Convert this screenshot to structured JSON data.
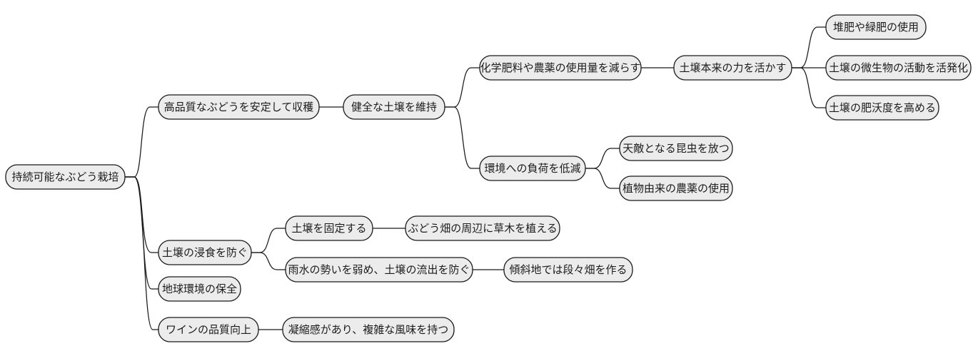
{
  "diagram": {
    "type": "mindmap",
    "title": "持続可能なぶどう栽培",
    "orientation": "left-to-right",
    "background_color": "#ffffff",
    "node_fill_color": "#ececec",
    "node_border_color": "#1a1a1a",
    "edge_color": "#1a1a1a",
    "text_color": "#1c1c1c",
    "nodes": {
      "root": "持続可能なぶどう栽培",
      "l1_a": "高品質なぶどうを安定して収穫",
      "l1_b": "土壌の浸食を防ぐ",
      "l1_c": "地球環境の保全",
      "l1_d": "ワインの品質向上",
      "l2_a1": "健全な土壌を維持",
      "l2_b1": "土壌を固定する",
      "l2_b2": "雨水の勢いを弱め、土壌の流出を防ぐ",
      "l2_d1": "凝縮感があり、複雑な風味を持つ",
      "l3_a1a": "化学肥料や農薬の使用量を減らす",
      "l3_a1b": "環境への負荷を低減",
      "l3_b1a": "ぶどう畑の周辺に草木を植える",
      "l3_b2a": "傾斜地では段々畑を作る",
      "l4_a1a1": "土壌本来の力を活かす",
      "l4_a1b1": "天敵となる昆虫を放つ",
      "l4_a1b2": "植物由来の農薬の使用",
      "l5_a1": "堆肥や緑肥の使用",
      "l5_a2": "土壌の微生物の活動を活発化",
      "l5_a3": "土壌の肥沃度を高める"
    }
  }
}
